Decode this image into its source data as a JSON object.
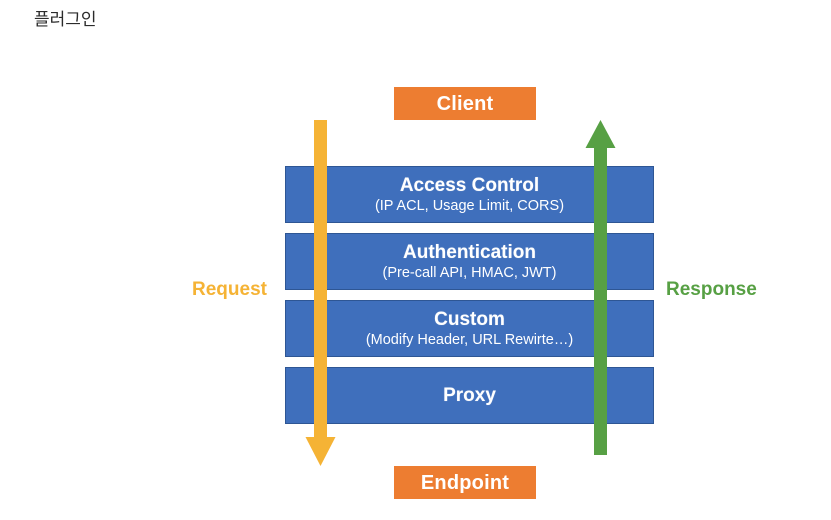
{
  "slide": {
    "title": "플러그인"
  },
  "diagram": {
    "type": "layered-flow",
    "client": {
      "label": "Client",
      "color": "#ED7D31"
    },
    "endpoint": {
      "label": "Endpoint",
      "color": "#ED7D31"
    },
    "layers": [
      {
        "title": "Access Control",
        "subtitle": "(IP ACL, Usage Limit, CORS)",
        "color": "#3F6FBC"
      },
      {
        "title": "Authentication",
        "subtitle": "(Pre-call API, HMAC, JWT)",
        "color": "#3F6FBC"
      },
      {
        "title": "Custom",
        "subtitle": "(Modify Header, URL Rewirte…)",
        "color": "#3F6FBC"
      },
      {
        "title": "Proxy",
        "subtitle": "",
        "color": "#3F6FBC"
      }
    ],
    "flows": [
      {
        "label": "Request",
        "direction": "down",
        "color": "#F5B335"
      },
      {
        "label": "Response",
        "direction": "up",
        "color": "#57A044"
      }
    ]
  }
}
